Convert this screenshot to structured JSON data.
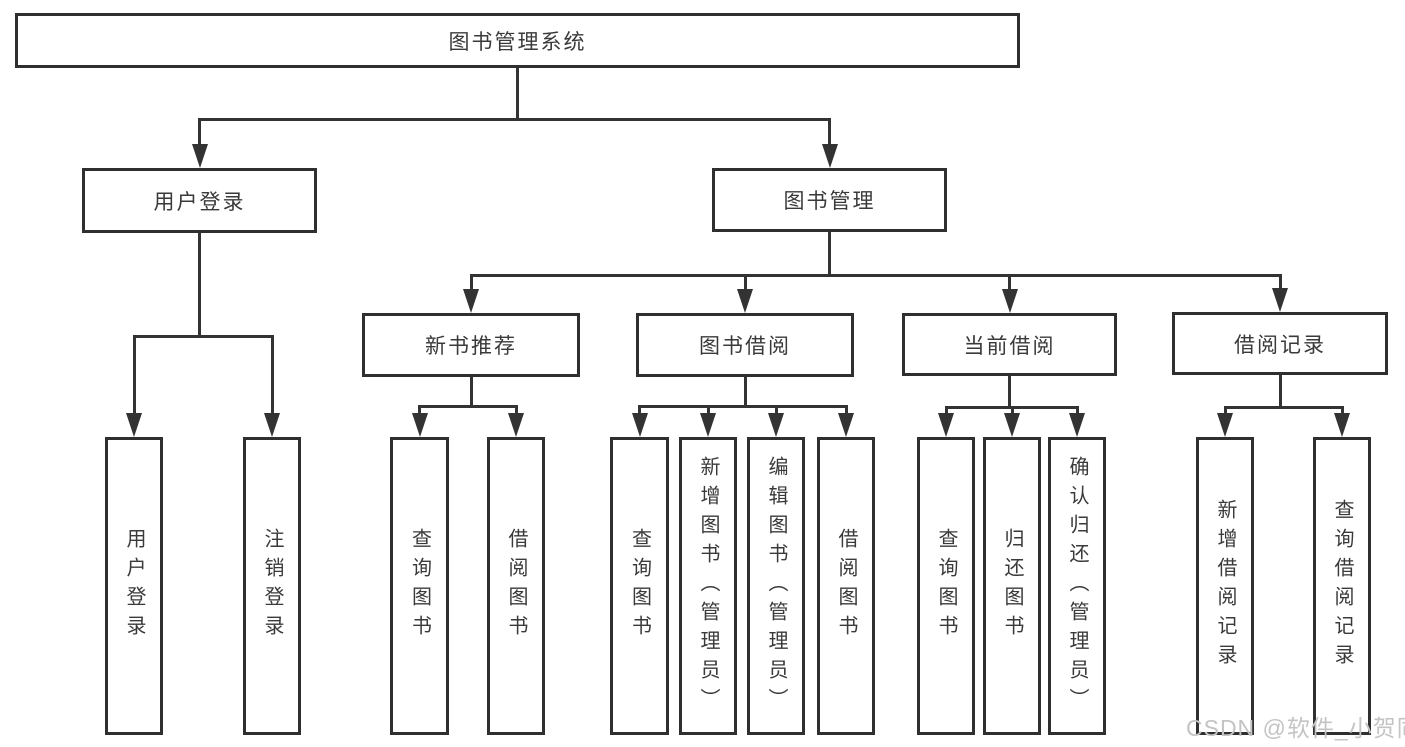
{
  "diagram": {
    "type": "hierarchy-tree",
    "root_label": "图书管理系统",
    "nodes": [
      {
        "id": "root",
        "label": "图书管理系统",
        "parent": null
      },
      {
        "id": "user-login",
        "label": "用户登录",
        "parent": "root"
      },
      {
        "id": "book-mgmt",
        "label": "图书管理",
        "parent": "root"
      },
      {
        "id": "new-book-rec",
        "label": "新书推荐",
        "parent": "book-mgmt"
      },
      {
        "id": "book-borrow",
        "label": "图书借阅",
        "parent": "book-mgmt"
      },
      {
        "id": "current-borrow",
        "label": "当前借阅",
        "parent": "book-mgmt"
      },
      {
        "id": "borrow-records",
        "label": "借阅记录",
        "parent": "book-mgmt"
      },
      {
        "id": "leaf-user-login",
        "label": "用户登录",
        "parent": "user-login"
      },
      {
        "id": "leaf-logout",
        "label": "注销登录",
        "parent": "user-login"
      },
      {
        "id": "leaf-nbr-query",
        "label": "查询图书",
        "parent": "new-book-rec"
      },
      {
        "id": "leaf-nbr-borrow",
        "label": "借阅图书",
        "parent": "new-book-rec"
      },
      {
        "id": "leaf-bb-query",
        "label": "查询图书",
        "parent": "book-borrow"
      },
      {
        "id": "leaf-bb-add",
        "label": "新增图书（管理员）",
        "parent": "book-borrow"
      },
      {
        "id": "leaf-bb-edit",
        "label": "编辑图书（管理员）",
        "parent": "book-borrow"
      },
      {
        "id": "leaf-bb-borrow",
        "label": "借阅图书",
        "parent": "book-borrow"
      },
      {
        "id": "leaf-cb-query",
        "label": "查询图书",
        "parent": "current-borrow"
      },
      {
        "id": "leaf-cb-return",
        "label": "归还图书",
        "parent": "current-borrow"
      },
      {
        "id": "leaf-cb-confirm",
        "label": "确认归还（管理员）",
        "parent": "current-borrow"
      },
      {
        "id": "leaf-br-add",
        "label": "新增借阅记录",
        "parent": "borrow-records"
      },
      {
        "id": "leaf-br-query",
        "label": "查询借阅记录",
        "parent": "borrow-records"
      }
    ],
    "watermark": "CSDN @软件_小贺同学",
    "colors": {
      "line": "#333333",
      "box_border": "#2f2f2f",
      "text": "#3a3a3a",
      "background": "#ffffff",
      "watermark": "#c4c4c4"
    }
  }
}
